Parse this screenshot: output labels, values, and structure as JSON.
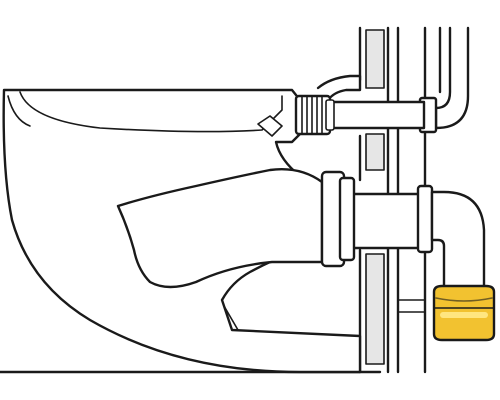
{
  "colors": {
    "background": "#ffffff",
    "outline": "#1a1a1a",
    "wall_fill": "#e6e6e6",
    "part_fill": "#ffffff",
    "seal_fill": "#f2c230",
    "seal_highlight": "#ffe680"
  },
  "parts": {
    "toilet_bowl": "wall-hung-toilet-bowl",
    "flush_inlet": "flush-water-inlet",
    "inlet_sleeve": "threaded-inlet-sleeve",
    "wall": "installation-wall",
    "drain_connector": "drain-connector",
    "drain_elbow": "drain-elbow",
    "seal_ring": "yellow-seal-ring"
  }
}
